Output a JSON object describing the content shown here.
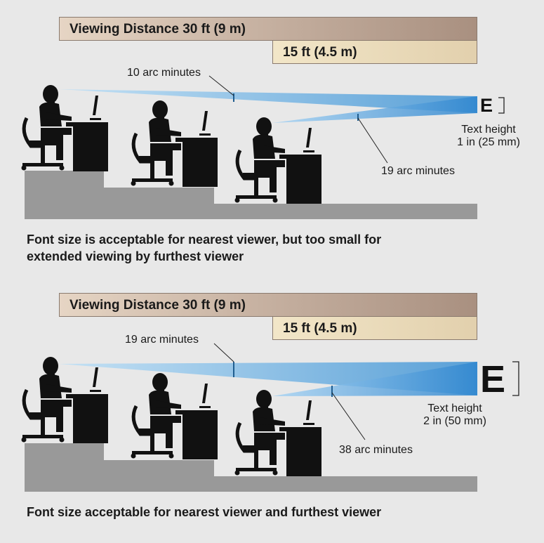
{
  "panels": [
    {
      "distance_far_label": "Viewing Distance 30 ft (9 m)",
      "distance_near_label": "15 ft (4.5 m)",
      "far_angle_label": "10 arc minutes",
      "near_angle_label": "19 arc minutes",
      "letter": "E",
      "text_height_line1": "Text height",
      "text_height_line2": "1 in (25 mm)",
      "caption_line1": "Font size is acceptable for nearest viewer, but too small for",
      "caption_line2": "extended viewing by furthest viewer"
    },
    {
      "distance_far_label": "Viewing Distance 30 ft (9 m)",
      "distance_near_label": "15 ft (4.5 m)",
      "far_angle_label": "19 arc minutes",
      "near_angle_label": "38 arc minutes",
      "letter": "E",
      "text_height_line1": "Text height",
      "text_height_line2": "2 in (50 mm)",
      "caption_line1": "Font size acceptable for nearest viewer and furthest viewer",
      "caption_line2": ""
    }
  ],
  "colors": {
    "background": "#e8e8e8",
    "floor": "#999999",
    "sightline": "#5aa9e0",
    "silhouette": "#111111"
  },
  "icons": [
    "seated-viewer-icon",
    "desk-icon",
    "monitor-icon",
    "office-chair-icon"
  ]
}
